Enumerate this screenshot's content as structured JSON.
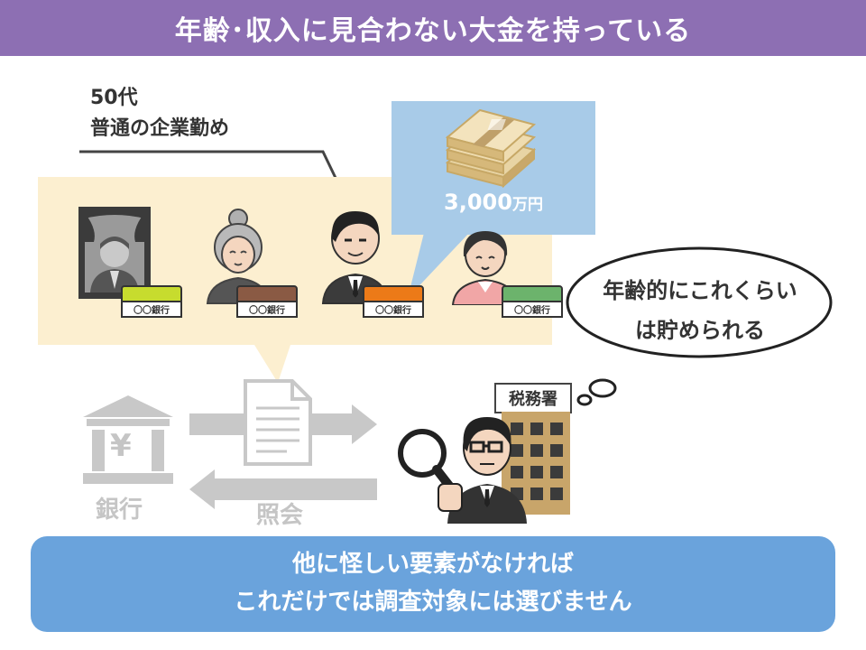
{
  "header": {
    "title": "年齢･収入に見合わない大金を持っている"
  },
  "profile": {
    "age": "50代",
    "job": "普通の企業勤め"
  },
  "money": {
    "amount": "3,000",
    "unit": "万円"
  },
  "bank_cards": [
    {
      "label": "〇〇銀行",
      "color": "#c7dc2e"
    },
    {
      "label": "〇〇銀行",
      "color": "#8a5a44"
    },
    {
      "label": "〇〇銀行",
      "color": "#ec7a18"
    },
    {
      "label": "〇〇銀行",
      "color": "#6cb36c"
    }
  ],
  "thought": {
    "line1": "年齢的にこれくらい",
    "line2": "は貯められる"
  },
  "bank": {
    "label": "銀行",
    "symbol": "¥"
  },
  "inquiry": {
    "label": "照会"
  },
  "tax_office": {
    "label": "税務署"
  },
  "footer": {
    "line1": "他に怪しい要素がなければ",
    "line2": "これだけでは調査対象には選びません"
  }
}
